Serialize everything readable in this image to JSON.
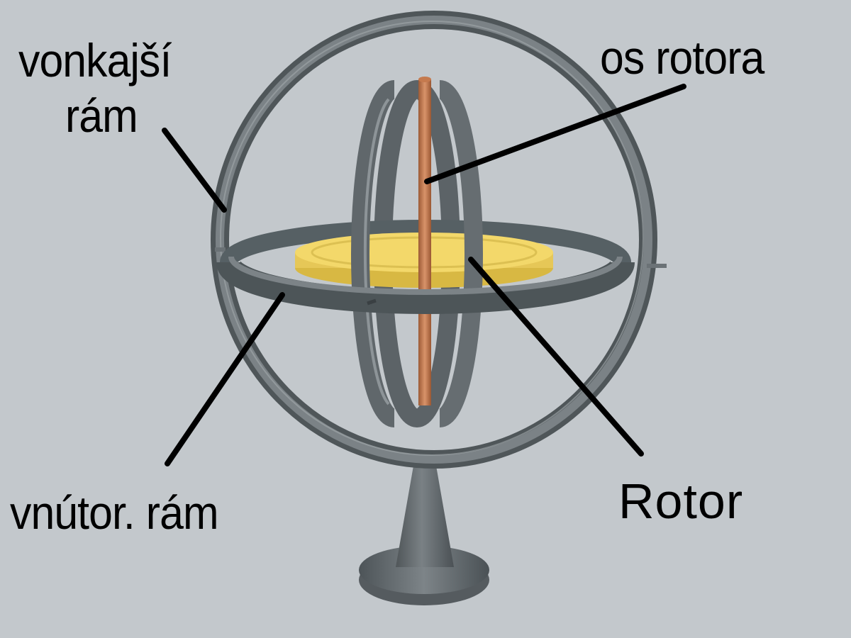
{
  "labels": {
    "outer_frame_line1": "vonkajší",
    "outer_frame_line2": "rám",
    "rotor_axis": "os rotora",
    "inner_frame": "vnútor. rám",
    "rotor": "Rotor"
  },
  "colors": {
    "background": "#c3c8cc",
    "frame": "#5d6468",
    "rotor": "#f2d566",
    "axis": "#c57a4e",
    "leader": "#000000"
  }
}
